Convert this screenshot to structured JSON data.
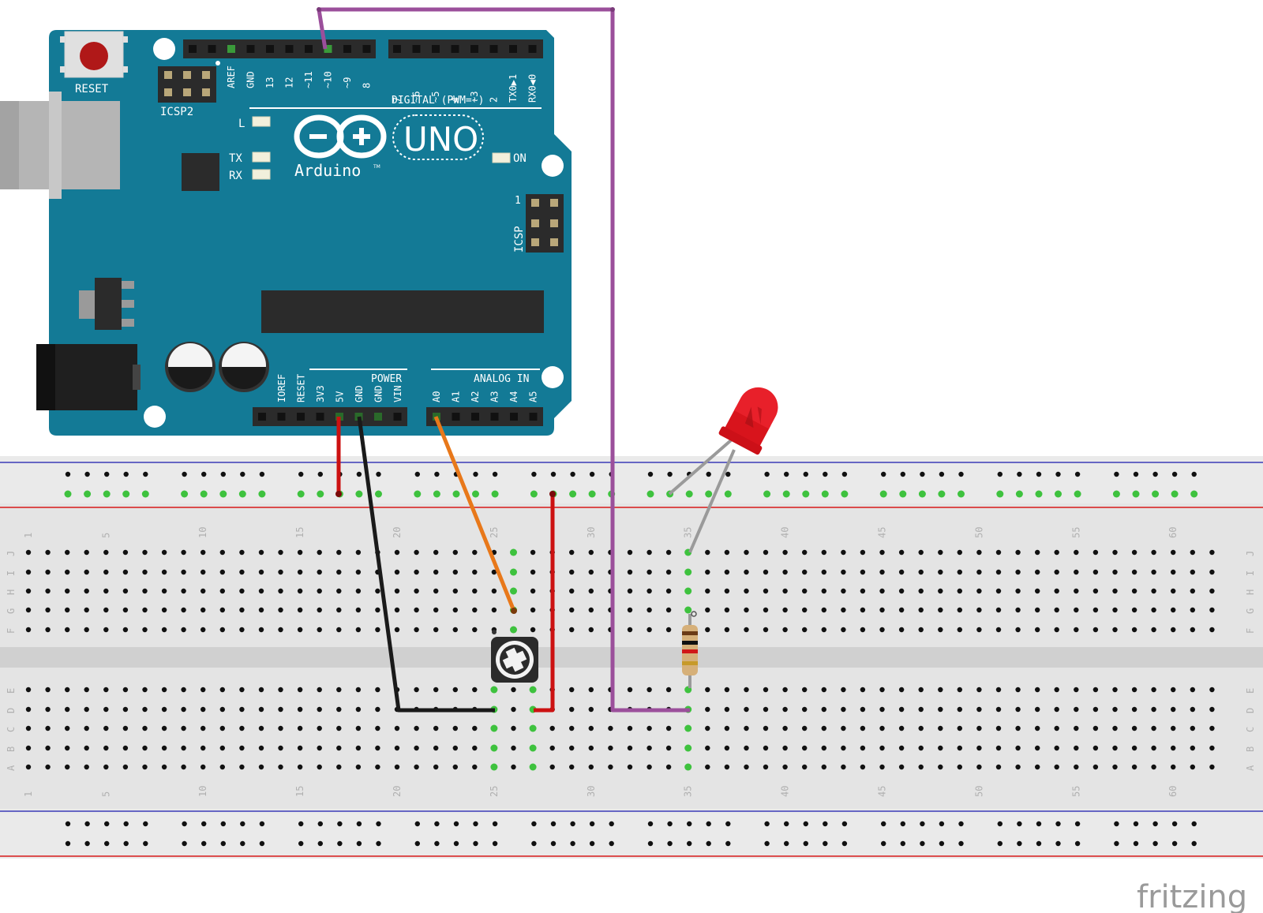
{
  "arduino": {
    "reset_label": "RESET",
    "icsp2_label": "ICSP2",
    "icsp_label": "ICSP",
    "icsp_pin1": "1",
    "uno_label": "UNO",
    "brand_label": "Arduino",
    "tm_label": "TM",
    "led_l": "L",
    "led_tx": "TX",
    "led_rx": "RX",
    "led_on": "ON",
    "digital_label": "DIGITAL (PWM=~)",
    "power_label": "POWER",
    "analog_label": "ANALOG IN",
    "digital_pins_left": [
      "AREF",
      "GND",
      "13",
      "12",
      "~11",
      "~10",
      "~9",
      "8"
    ],
    "digital_pins_right": [
      "7",
      "~6",
      "~5",
      "4",
      "~3",
      "2",
      "TX0▶1",
      "RX0◀0"
    ],
    "power_pins": [
      "IOREF",
      "RESET",
      "3V3",
      "5V",
      "GND",
      "GND",
      "VIN"
    ],
    "analog_pins": [
      "A0",
      "A1",
      "A2",
      "A3",
      "A4",
      "A5"
    ]
  },
  "breadboard": {
    "column_numbers": [
      "1",
      "5",
      "10",
      "15",
      "20",
      "25",
      "30",
      "35",
      "40",
      "45",
      "50",
      "55",
      "60"
    ],
    "row_letters_top": [
      "J",
      "I",
      "H",
      "G",
      "F"
    ],
    "row_letters_bottom": [
      "E",
      "D",
      "C",
      "B",
      "A"
    ]
  },
  "wires": [
    {
      "name": "purple-wire",
      "color": "#9b4f9b",
      "from": "~10",
      "to": "LED anode row (35)"
    },
    {
      "name": "red-wire-5v",
      "color": "#cc1111",
      "from": "5V",
      "to": "power rail"
    },
    {
      "name": "black-wire-gnd",
      "color": "#1a1a1a",
      "from": "GND",
      "to": "potentiometer"
    },
    {
      "name": "orange-wire-a0",
      "color": "#e8781a",
      "from": "A0",
      "to": "potentiometer wiper"
    },
    {
      "name": "red-wire-pot",
      "color": "#cc1111",
      "from": "power rail",
      "to": "potentiometer"
    }
  ],
  "colors": {
    "board": "#137a96",
    "board_dark": "#0e6680",
    "breadboard": "#e6e6e6",
    "breadboard_gap": "#d2d2d2",
    "rail_blue": "#3a3ab8",
    "rail_red": "#d81a1a",
    "hole_active": "#3ec23e",
    "led_red": "#e8202a"
  },
  "watermark": "fritzing"
}
